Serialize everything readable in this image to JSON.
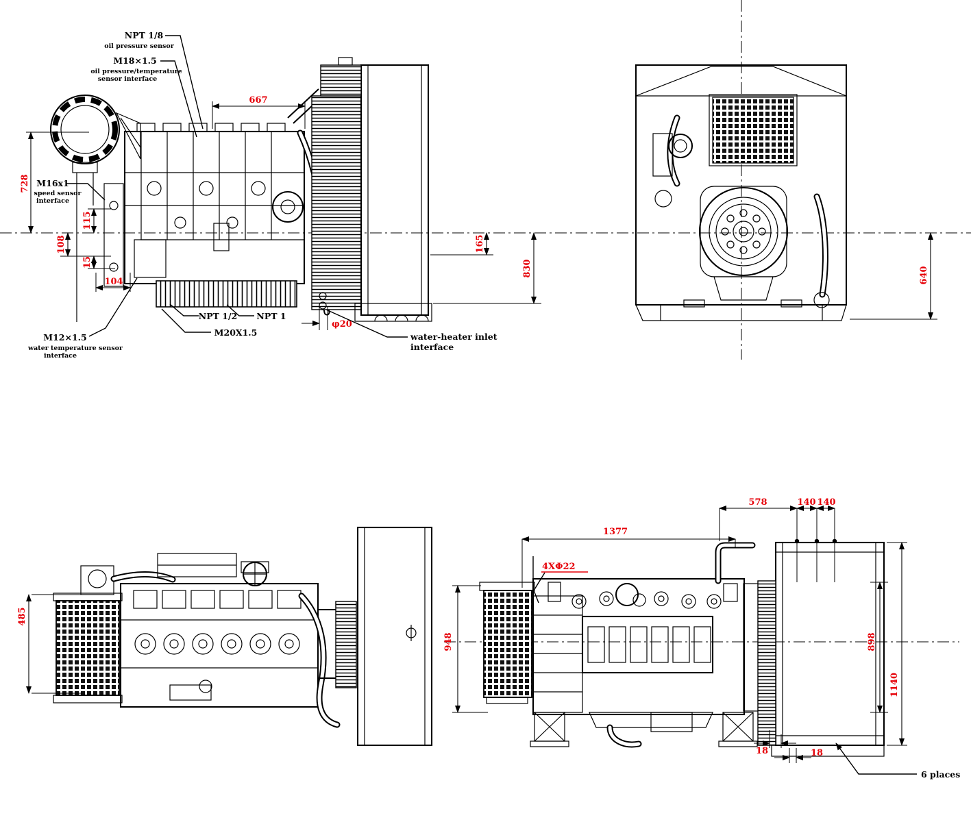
{
  "title": "engine outline drawing",
  "colors": {
    "line": "#000000",
    "dimension_text": "#e60008",
    "background": "#ffffff"
  },
  "callouts": {
    "npt18_title": "NPT 1/8",
    "npt18_desc": "oil pressure sensor",
    "m18_title": "M18×1.5",
    "m18_desc1": "oil pressure/temperature",
    "m18_desc2": "sensor interface",
    "m16_title": "M16x1",
    "m16_desc1": "speed sensor",
    "m16_desc2": "interface",
    "m12_title": "M12×1.5",
    "m12_desc1": "water temperature sensor",
    "m12_desc2": "interface",
    "npt12": "NPT 1/2",
    "npt1": "NPT 1",
    "m20": "M20X1.5",
    "water_heater1": "water-heater inlet",
    "water_heater2": "interface",
    "bolt_pattern": "4XΦ22",
    "six_places": "6 places"
  },
  "dims": {
    "v1_width_667": "667",
    "v1_height_728": "728",
    "v1_115": "115",
    "v1_108": "108",
    "v1_15": "15",
    "v1_104": "104",
    "v1_165": "165",
    "v1_830": "830",
    "v1_d20": "φ20",
    "v2_640": "640",
    "v3_485": "485",
    "v4_1377": "1377",
    "v4_578": "578",
    "v4_140a": "140",
    "v4_140b": "140",
    "v4_948": "948",
    "v4_898": "898",
    "v4_1140": "1140",
    "v4_18a": "18",
    "v4_18b": "18"
  }
}
